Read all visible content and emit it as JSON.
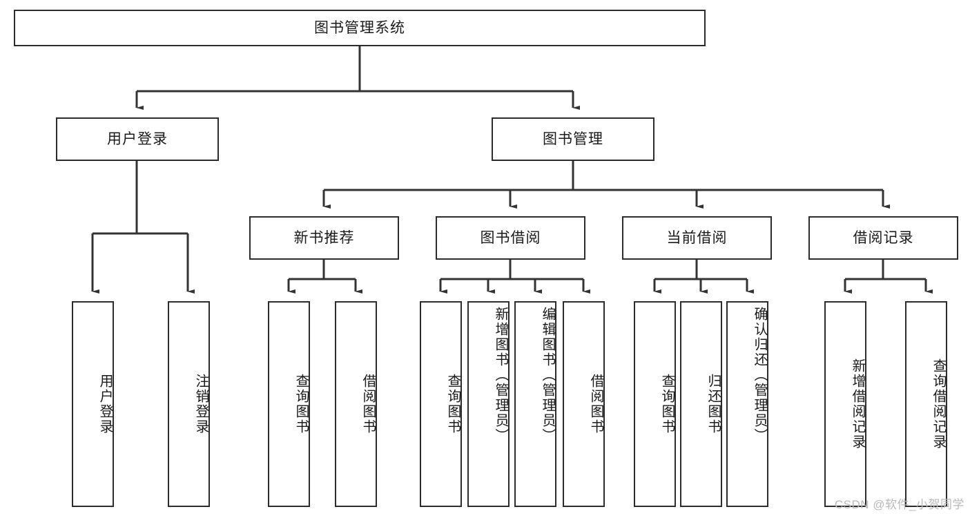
{
  "diagram": {
    "type": "tree-hierarchy",
    "title": "图书管理系统",
    "orientation": "top-down",
    "colors": {
      "border": "#2b2b2b",
      "fill": "#ffffff",
      "text": "#1a1a1a",
      "edge": "#333333",
      "watermark": "#b9b9b9"
    },
    "nodes": {
      "root": {
        "label": "图书管理系统",
        "level": 0
      },
      "user_login": {
        "label": "用户登录",
        "level": 1
      },
      "book_manage": {
        "label": "图书管理",
        "level": 1
      },
      "new_book_rec": {
        "label": "新书推荐",
        "level": 2
      },
      "book_borrow": {
        "label": "图书借阅",
        "level": 2
      },
      "current_borrow": {
        "label": "当前借阅",
        "level": 2
      },
      "borrow_record": {
        "label": "借阅记录",
        "level": 2
      },
      "leaf_user_login": {
        "label": "用户登录",
        "level": 3
      },
      "leaf_logout": {
        "label": "注销登录",
        "level": 3
      },
      "leaf_query_book_1": {
        "label": "查询图书",
        "level": 3
      },
      "leaf_borrow_book_1": {
        "label": "借阅图书",
        "level": 3
      },
      "leaf_query_book_2": {
        "label": "查询图书",
        "level": 3
      },
      "leaf_add_book": {
        "label": "新增图书（管理员）",
        "level": 3
      },
      "leaf_edit_book": {
        "label": "编辑图书（管理员）",
        "level": 3
      },
      "leaf_borrow_book_2": {
        "label": "借阅图书",
        "level": 3
      },
      "leaf_query_book_3": {
        "label": "查询图书",
        "level": 3
      },
      "leaf_return_book": {
        "label": "归还图书",
        "level": 3
      },
      "leaf_confirm_return": {
        "label": "确认归还（管理员）",
        "level": 3
      },
      "leaf_add_record": {
        "label": "新增借阅记录",
        "level": 3
      },
      "leaf_query_record": {
        "label": "查询借阅记录",
        "level": 3
      }
    },
    "edges": [
      {
        "from": "root",
        "to": "user_login"
      },
      {
        "from": "root",
        "to": "book_manage"
      },
      {
        "from": "user_login",
        "to": "leaf_user_login"
      },
      {
        "from": "user_login",
        "to": "leaf_logout"
      },
      {
        "from": "book_manage",
        "to": "new_book_rec"
      },
      {
        "from": "book_manage",
        "to": "book_borrow"
      },
      {
        "from": "book_manage",
        "to": "current_borrow"
      },
      {
        "from": "book_manage",
        "to": "borrow_record"
      },
      {
        "from": "new_book_rec",
        "to": "leaf_query_book_1"
      },
      {
        "from": "new_book_rec",
        "to": "leaf_borrow_book_1"
      },
      {
        "from": "book_borrow",
        "to": "leaf_query_book_2"
      },
      {
        "from": "book_borrow",
        "to": "leaf_add_book"
      },
      {
        "from": "book_borrow",
        "to": "leaf_edit_book"
      },
      {
        "from": "book_borrow",
        "to": "leaf_borrow_book_2"
      },
      {
        "from": "current_borrow",
        "to": "leaf_query_book_3"
      },
      {
        "from": "current_borrow",
        "to": "leaf_return_book"
      },
      {
        "from": "current_borrow",
        "to": "leaf_confirm_return"
      },
      {
        "from": "borrow_record",
        "to": "leaf_add_record"
      },
      {
        "from": "borrow_record",
        "to": "leaf_query_record"
      }
    ]
  },
  "watermark": {
    "text": "CSDN @软件_小贺同学"
  }
}
